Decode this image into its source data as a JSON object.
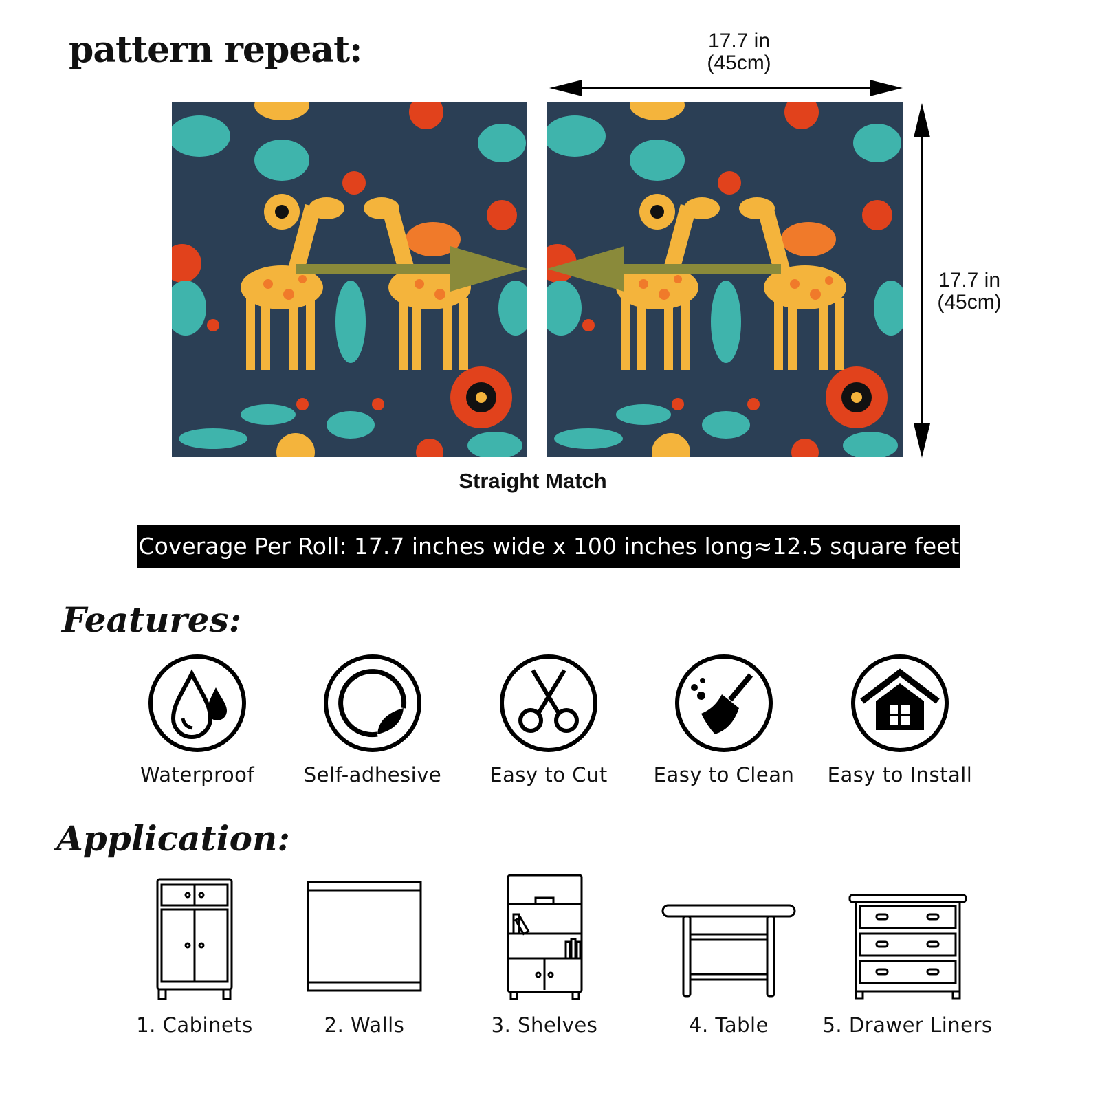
{
  "header": {
    "title": "pattern repeat:"
  },
  "dimensions": {
    "width_in": "17.7 in",
    "width_cm": "(45cm)",
    "height_in": "17.7 in",
    "height_cm": "(45cm)"
  },
  "match_label": "Straight Match",
  "coverage": "Coverage Per Roll: 17.7 inches wide x 100 inches long≈12.5 square feet",
  "colors": {
    "navy": "#2b3f55",
    "teal": "#3fb4ac",
    "orange": "#f07a2a",
    "yellow": "#f4b43c",
    "red": "#e1421c",
    "olive": "#8a8a3a"
  },
  "features": {
    "title": "Features:",
    "items": [
      {
        "label": "Waterproof",
        "icon": "water-drop-icon"
      },
      {
        "label": "Self-adhesive",
        "icon": "peel-sticker-icon"
      },
      {
        "label": "Easy to Cut",
        "icon": "scissors-icon"
      },
      {
        "label": "Easy to Clean",
        "icon": "broom-icon"
      },
      {
        "label": "Easy to Install",
        "icon": "house-icon"
      }
    ]
  },
  "application": {
    "title": "Application:",
    "items": [
      {
        "label": "1. Cabinets"
      },
      {
        "label": "2. Walls"
      },
      {
        "label": "3. Shelves"
      },
      {
        "label": "4. Table"
      },
      {
        "label": "5. Drawer Liners"
      }
    ]
  }
}
